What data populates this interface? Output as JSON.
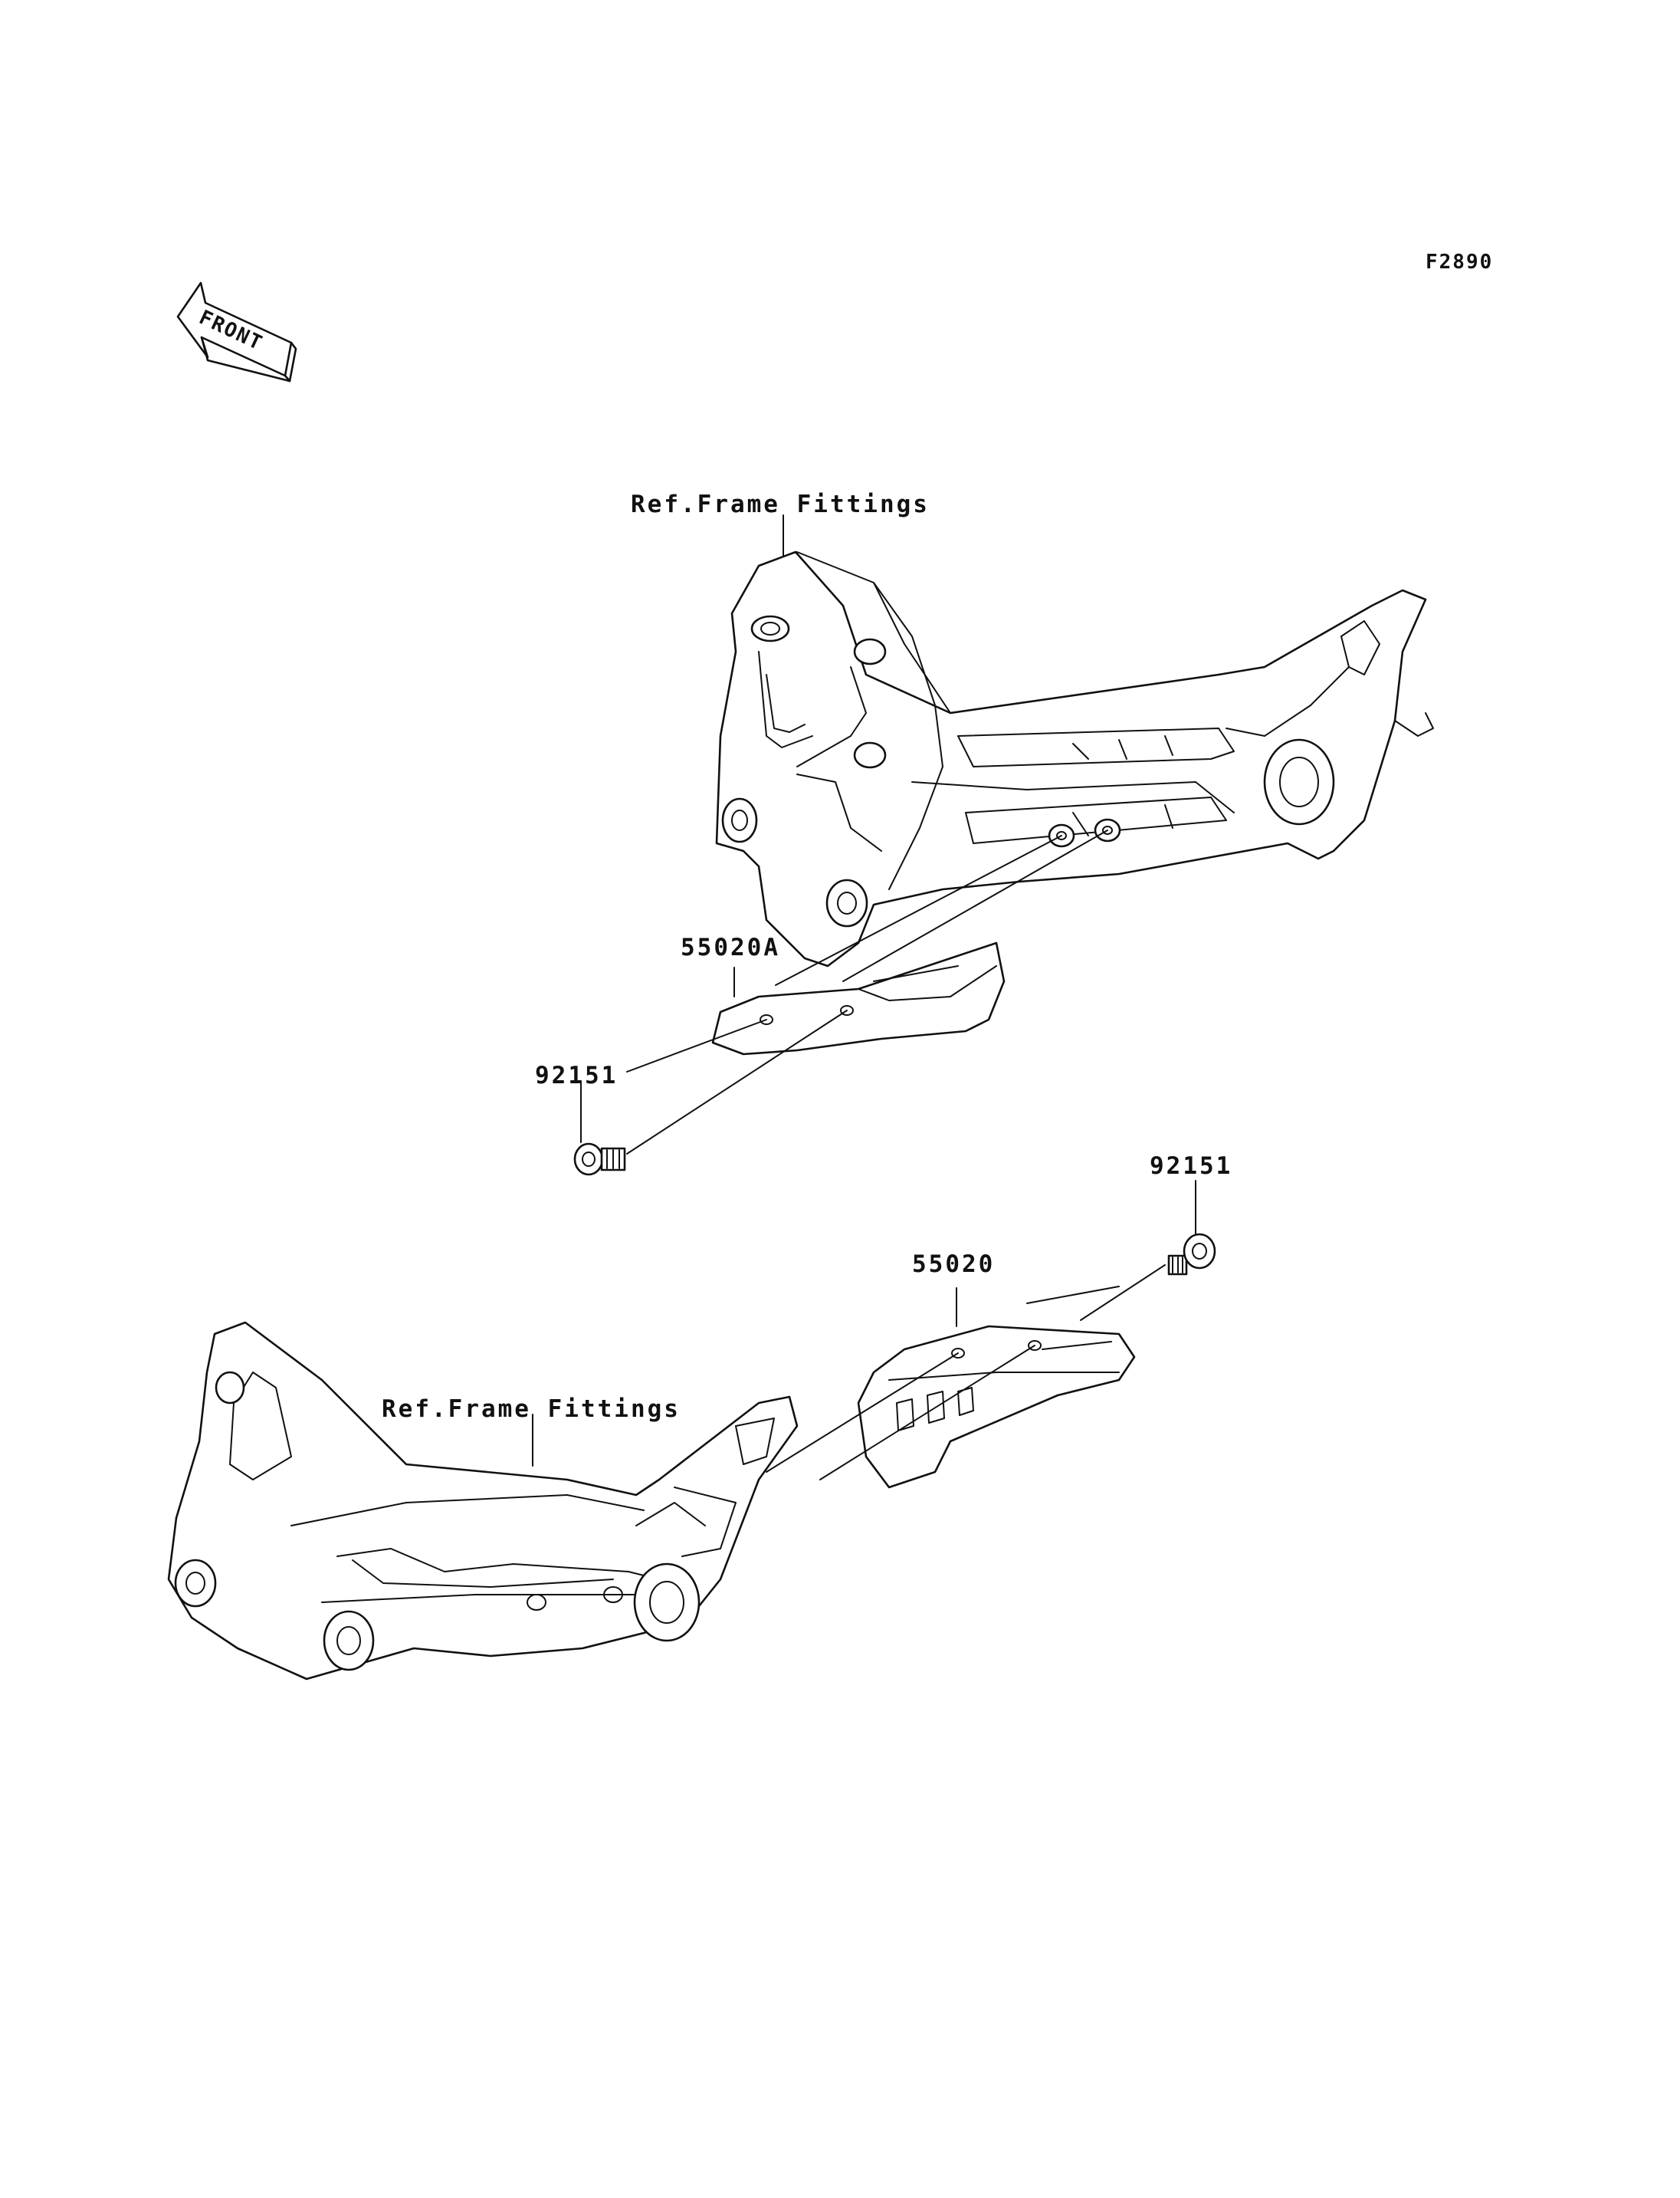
{
  "figure_code": "F2890",
  "front_indicator": "FRONT",
  "labels": {
    "upper_ref": "Ref.Frame Fittings",
    "lower_ref": "Ref.Frame Fittings",
    "part_upper_guard": "55020A",
    "part_upper_bolt": "92151",
    "part_lower_guard": "55020",
    "part_lower_bolt": "92151"
  }
}
